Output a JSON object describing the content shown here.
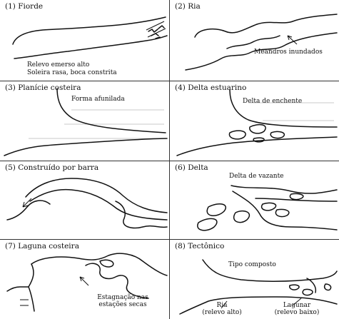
{
  "panels": [
    {
      "title": "(1) Fiorde",
      "labels": [
        "Relevo emerso alto",
        "Soleira rasa, boca constrita"
      ]
    },
    {
      "title": "(2) Ria",
      "labels": [
        "Meandros inundados"
      ]
    },
    {
      "title": "(3) Planície costeira",
      "labels": [
        "Forma afunilada"
      ]
    },
    {
      "title": "(4) Delta estuarino",
      "labels": [
        "Delta de enchente"
      ]
    },
    {
      "title": "(5) Construído por barra",
      "labels": []
    },
    {
      "title": "(6) Delta",
      "labels": [
        "Delta de vazante"
      ]
    },
    {
      "title": "(7) Laguna costeira",
      "labels": [
        "Estagnação nas",
        "estações secas"
      ]
    },
    {
      "title": "(8) Tectônico",
      "labels": [
        "Tipo composto",
        "Ria",
        "(relevo alto)",
        "Lagunar",
        "(relevo baixo)"
      ]
    }
  ],
  "colors": {
    "ink": "#111111",
    "divider": "#333333",
    "background": "#ffffff"
  }
}
